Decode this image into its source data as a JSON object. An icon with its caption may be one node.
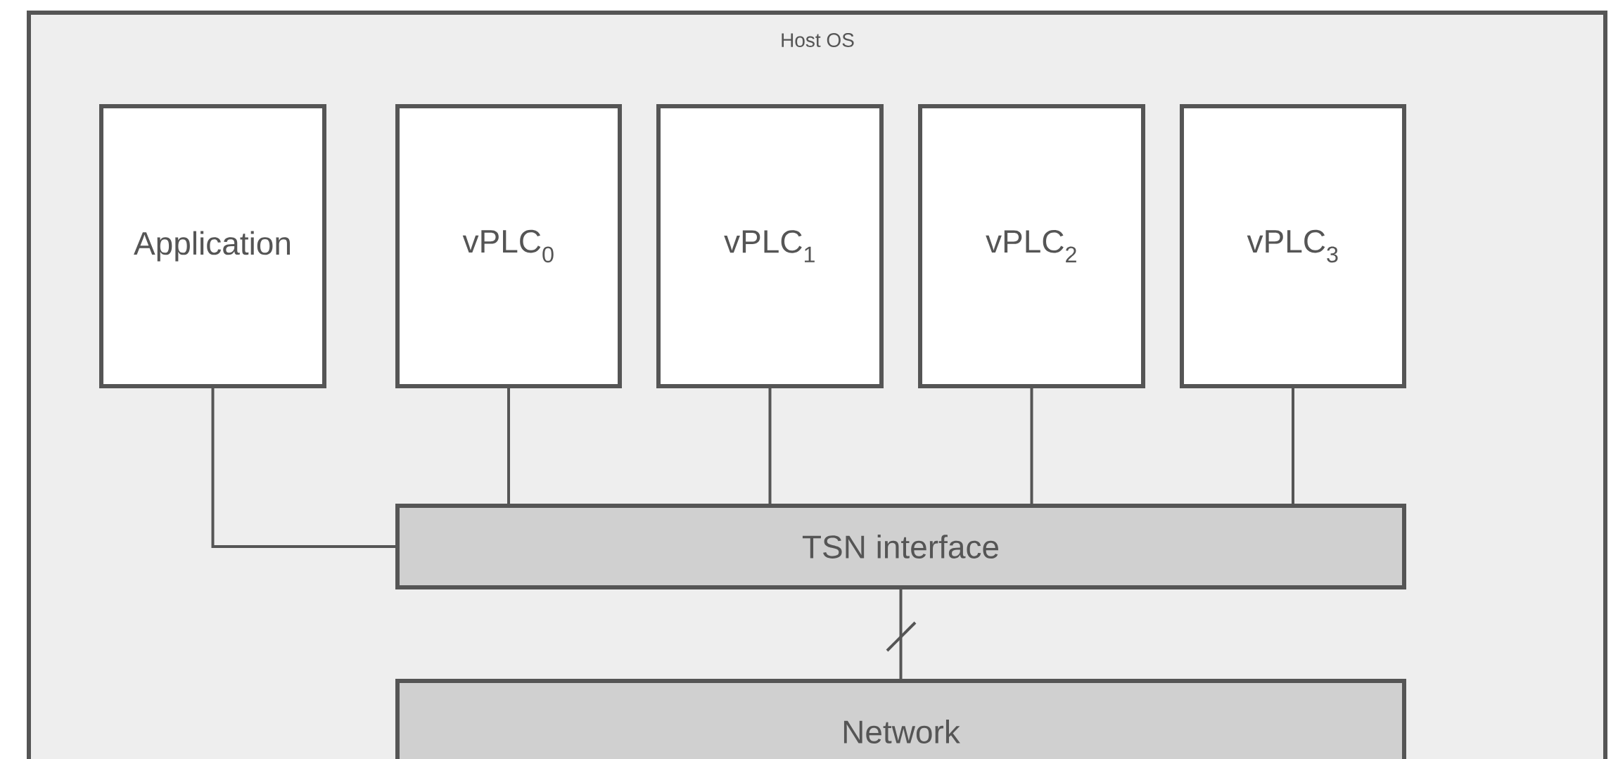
{
  "diagram": {
    "nodes": [
      {
        "text": [
          "Host OS"
        ]
      },
      {
        "text": [
          "Application"
        ],
        "in": 0
      },
      {
        "text": [
          "vPLC$_{0}$"
        ],
        "in": 0
      },
      {
        "text": [
          "vPLC$_{1}$"
        ],
        "in": 0
      },
      {
        "text": [
          "vPLC$_{2}$"
        ],
        "in": 0
      },
      {
        "text": [
          "vPLC$_{3}$"
        ],
        "in": 0
      },
      {
        "text": [
          "TSN interface"
        ],
        "in": 0
      },
      {
        "text": [
          "Network"
        ],
        "in": 0
      }
    ],
    "edges": [
      {
        "from": 1,
        "to": 6,
        "arrow": "none"
      },
      {
        "from": 2,
        "to": 6,
        "arrow": "none"
      },
      {
        "from": 3,
        "to": 6,
        "arrow": "none"
      },
      {
        "from": 4,
        "to": 6,
        "arrow": "none"
      },
      {
        "from": 5,
        "to": 6,
        "arrow": "none"
      },
      {
        "from": 6,
        "to": 7,
        "arrow": "none"
      }
    ]
  }
}
